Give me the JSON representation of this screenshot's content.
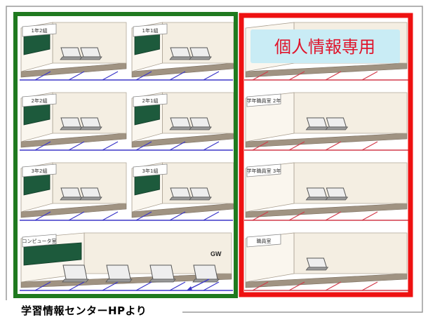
{
  "floors": [
    {
      "left_rooms": [
        {
          "sign": "1年2組"
        },
        {
          "sign": "1年1組"
        }
      ],
      "right_room": {
        "sign": ""
      }
    },
    {
      "left_rooms": [
        {
          "sign": "2年2組"
        },
        {
          "sign": "2年1組"
        }
      ],
      "right_room": {
        "sign": "学年職員室 2年"
      }
    },
    {
      "left_rooms": [
        {
          "sign": "3年2組"
        },
        {
          "sign": "3年1組"
        }
      ],
      "right_room": {
        "sign": "学年職員室 3年"
      }
    },
    {
      "left_rooms": [
        {
          "sign": "コンピュータ室"
        }
      ],
      "right_room": {
        "sign": "職員室"
      }
    }
  ],
  "gw_label": "GW",
  "callout_label": "個人情報専用",
  "caption": "学習情報センターHPより",
  "colors": {
    "student_frame": "#1f7a1f",
    "private_frame": "#ee1111",
    "student_network": "#3b36c8",
    "private_network": "#d23a4a",
    "callout_fill": "#c9ecf5",
    "callout_text": "#e0142b",
    "chalkboard": "#1d5a3c"
  }
}
